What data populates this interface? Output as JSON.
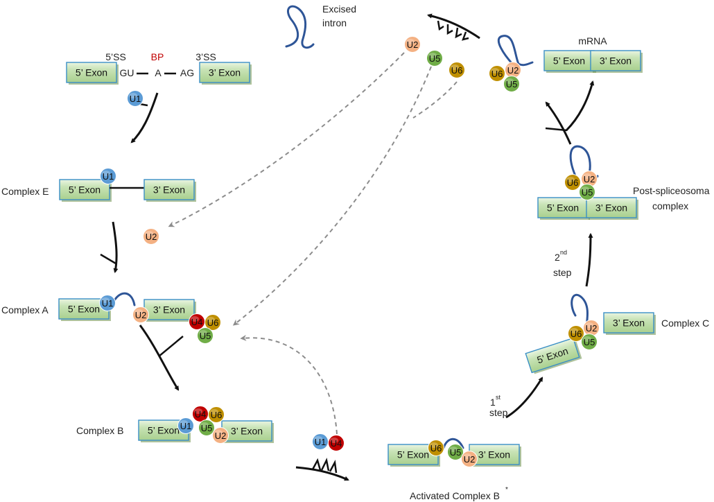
{
  "labels": {
    "excised_intron": [
      "Excised",
      "intron"
    ],
    "mrna": "mRNA",
    "ss5": "5’SS",
    "bp": "BP",
    "ss3": "3’SS",
    "gu": "GU",
    "a": "A",
    "ag": "AG",
    "complex_e": "Complex E",
    "complex_a": "Complex A",
    "complex_b": "Complex B",
    "activated_b": "Activated Complex B",
    "activated_b_sup": "*",
    "complex_c": "Complex C",
    "post_complex": [
      "Post-spliceosoma",
      "complex"
    ],
    "step1": [
      "1",
      "st",
      "step"
    ],
    "step2": [
      "2",
      "nd",
      "step"
    ]
  },
  "exon": {
    "five": "5’ Exon",
    "three": "3’ Exon"
  },
  "snrnp": {
    "U1": {
      "label": "U1",
      "color": "#5b9bd5"
    },
    "U2": {
      "label": "U2",
      "color": "#f4b183"
    },
    "U4": {
      "label": "U4",
      "color": "#c00000"
    },
    "U5": {
      "label": "U5",
      "color": "#70ad47"
    },
    "U6": {
      "label": "U6",
      "color": "#bf8f00"
    }
  },
  "colors": {
    "exon_fill": "#c5e0b4",
    "exon_border": "#3a8fc6",
    "intron": "#2e5597",
    "bp_text": "#c00000",
    "arrow": "#111111",
    "dashed": "#8c8c8c"
  }
}
